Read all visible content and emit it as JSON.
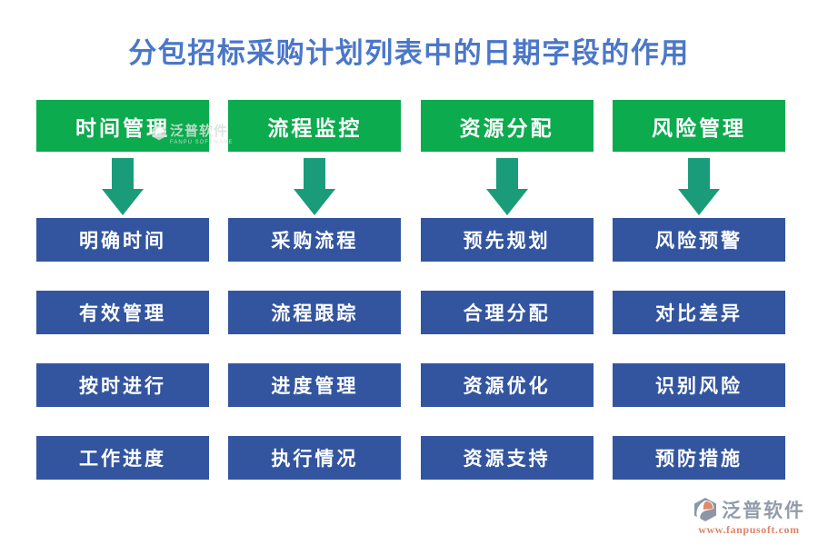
{
  "title": "分包招标采购计划列表中的日期字段的作用",
  "columns": [
    {
      "header": "时间管理",
      "items": [
        "明确时间",
        "有效管理",
        "按时进行",
        "工作进度"
      ]
    },
    {
      "header": "流程监控",
      "items": [
        "采购流程",
        "流程跟踪",
        "进度管理",
        "执行情况"
      ]
    },
    {
      "header": "资源分配",
      "items": [
        "预先规划",
        "合理分配",
        "资源优化",
        "资源支持"
      ]
    },
    {
      "header": "风险管理",
      "items": [
        "风险预警",
        "对比差异",
        "识别风险",
        "预防措施"
      ]
    }
  ],
  "watermark": {
    "text": "泛普软件",
    "subtext": "FANPU SOFTWARE"
  },
  "footer": {
    "brand": "泛普软件",
    "url": "www.fanpusoft.com"
  },
  "colors": {
    "title_text": "#4b77c9",
    "header_bg": "#0bab4e",
    "arrow": "#1a9c7b",
    "item_bg": "#3355a0",
    "brand_gray": "#939cab",
    "url_orange": "#dd8468"
  }
}
